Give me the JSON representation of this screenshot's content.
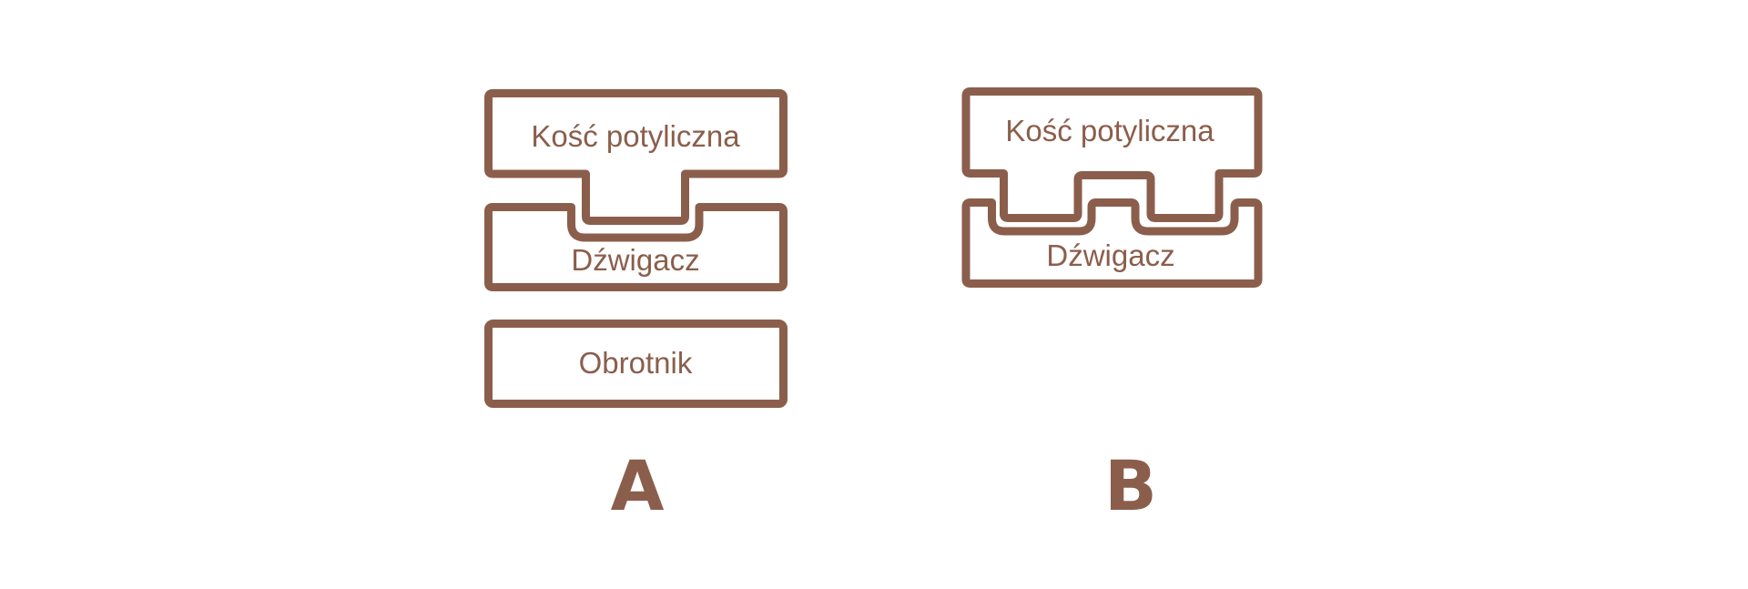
{
  "colors": {
    "stroke": "#8b5e4c",
    "text": "#8b5e4c",
    "background": "#ffffff"
  },
  "panels": [
    {
      "letter": "A",
      "blocks": [
        {
          "label": "Kość potyliczna"
        },
        {
          "label": "Dźwigacz"
        },
        {
          "label": "Obrotnik"
        }
      ]
    },
    {
      "letter": "B",
      "blocks": [
        {
          "label": "Kość potyliczna"
        },
        {
          "label": "Dźwigacz"
        }
      ]
    }
  ]
}
